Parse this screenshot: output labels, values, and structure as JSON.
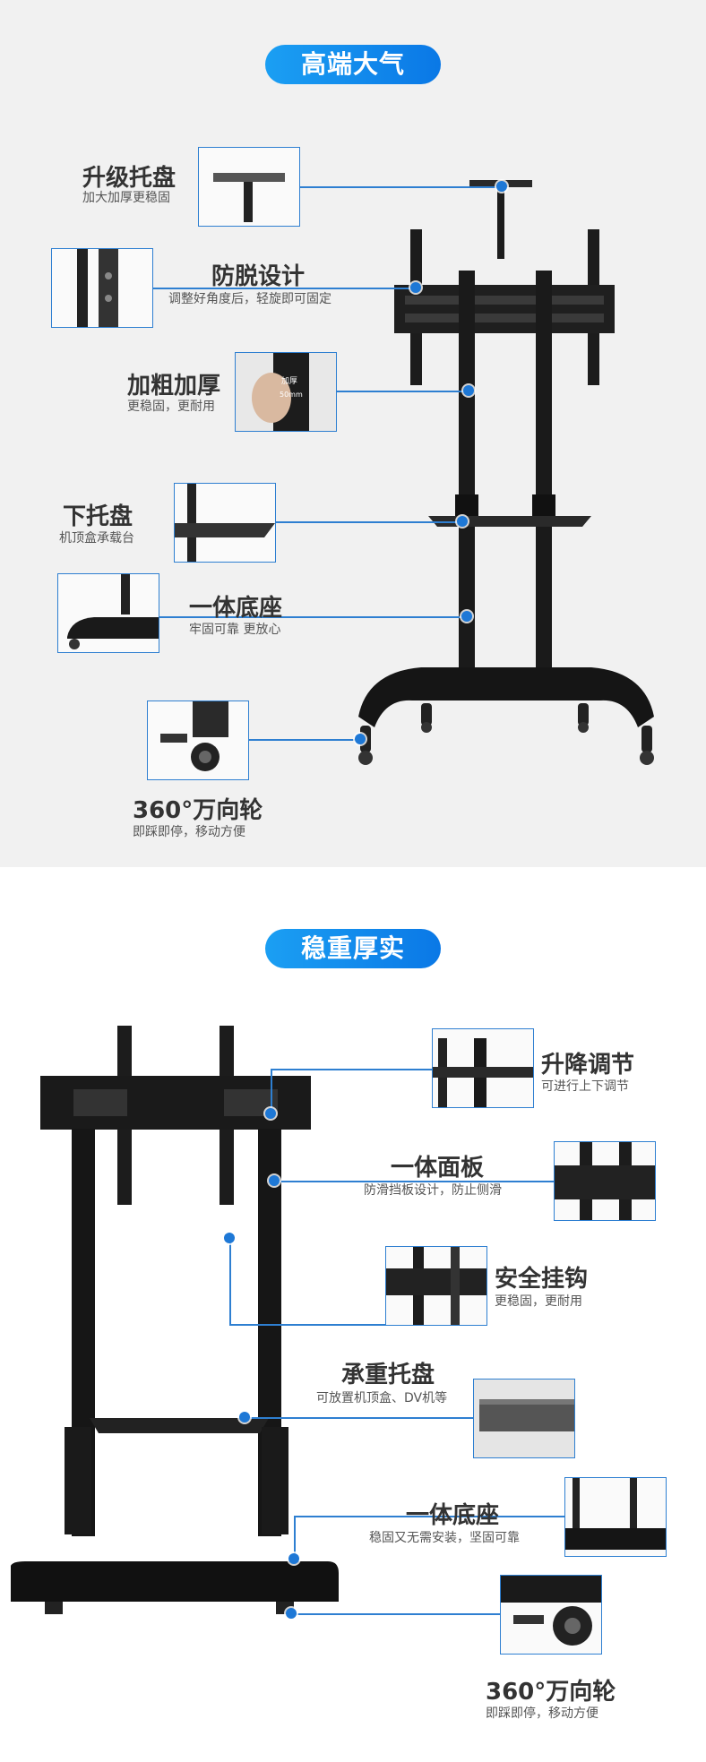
{
  "section1": {
    "heading": "高端大气",
    "features": [
      {
        "title": "升级托盘",
        "sub": "加大加厚更稳固"
      },
      {
        "title": "防脱设计",
        "sub": "调整好角度后，轻旋即可固定"
      },
      {
        "title": "加粗加厚",
        "sub": "更稳固，更耐用",
        "inset_text_1": "加厚",
        "inset_text_2": "50mm"
      },
      {
        "title": "下托盘",
        "sub": "机顶盒承载台"
      },
      {
        "title": "一体底座",
        "sub": "牢固可靠 更放心"
      },
      {
        "title": "360°万向轮",
        "sub": "即踩即停，移动方便"
      }
    ]
  },
  "section2": {
    "heading": "稳重厚实",
    "features": [
      {
        "title": "升降调节",
        "sub": "可进行上下调节"
      },
      {
        "title": "一体面板",
        "sub": "防滑挡板设计，防止侧滑"
      },
      {
        "title": "安全挂钩",
        "sub": "更稳固，更耐用"
      },
      {
        "title": "承重托盘",
        "sub": "可放置机顶盒、DV机等"
      },
      {
        "title": "一体底座",
        "sub": "稳固又无需安装，坚固可靠"
      },
      {
        "title": "360°万向轮",
        "sub": "即踩即停，移动方便"
      }
    ]
  },
  "colors": {
    "accent": "#1e78d6",
    "pill": "#1b9ff3",
    "product": "#1c1c1c"
  }
}
